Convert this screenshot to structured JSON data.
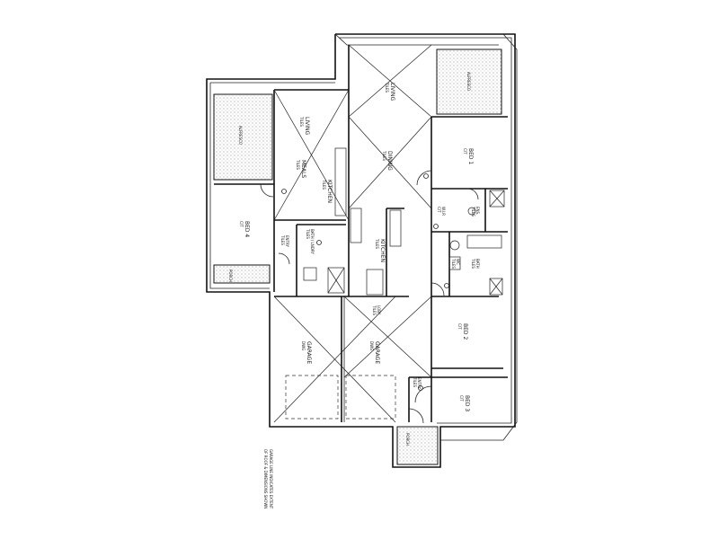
{
  "rooms": {
    "living_main": {
      "name": "LIVING",
      "floor": "TILES"
    },
    "dining": {
      "name": "DINING",
      "floor": "TILES"
    },
    "living_left": {
      "name": "LIVING",
      "floor": "TILES"
    },
    "meals": {
      "name": "MEALS",
      "floor": "TILES"
    },
    "kitchen_small": {
      "name": "KITCHEN",
      "floor": "TILES"
    },
    "kitchen": {
      "name": "KITCHEN",
      "floor": "TILES"
    },
    "bed1": {
      "name": "BED 1",
      "floor": "C/T"
    },
    "bed2": {
      "name": "BED 2",
      "floor": "C/T"
    },
    "bed3": {
      "name": "BED 3",
      "floor": "C/T"
    },
    "bed4": {
      "name": "BED 4",
      "floor": "C/T"
    },
    "wir": {
      "name": "W.I.R",
      "floor": "C/T"
    },
    "ens": {
      "name": "ENS.",
      "floor": "TILES"
    },
    "bath_right": {
      "name": "BATH",
      "floor": "TILES"
    },
    "bath_lndry": {
      "name": "BATH / LNDRY",
      "floor": "TILES"
    },
    "entry_left": {
      "name": "ENTRY",
      "floor": "TILES"
    },
    "entry_main": {
      "name": "ENTRY",
      "floor": "TILES"
    },
    "lobby": {
      "name": "LOBY",
      "floor": "TILES"
    },
    "garage_left": {
      "name": "GARAGE",
      "floor": "DWG"
    },
    "garage_right": {
      "name": "GARAGE",
      "floor": "DWG"
    },
    "wc": {
      "name": "WC",
      "floor": "TILES"
    }
  },
  "labels": {
    "alfresco_left": "ALFRESCO",
    "alfresco_right": "ALFRESCO",
    "porch": "PORCH",
    "porch_left": "PORCH",
    "note_1": "GARAGE LINE INDICATES EXTENT",
    "note_2": "OF ROOF & DIMENSIONS SHOWN"
  }
}
